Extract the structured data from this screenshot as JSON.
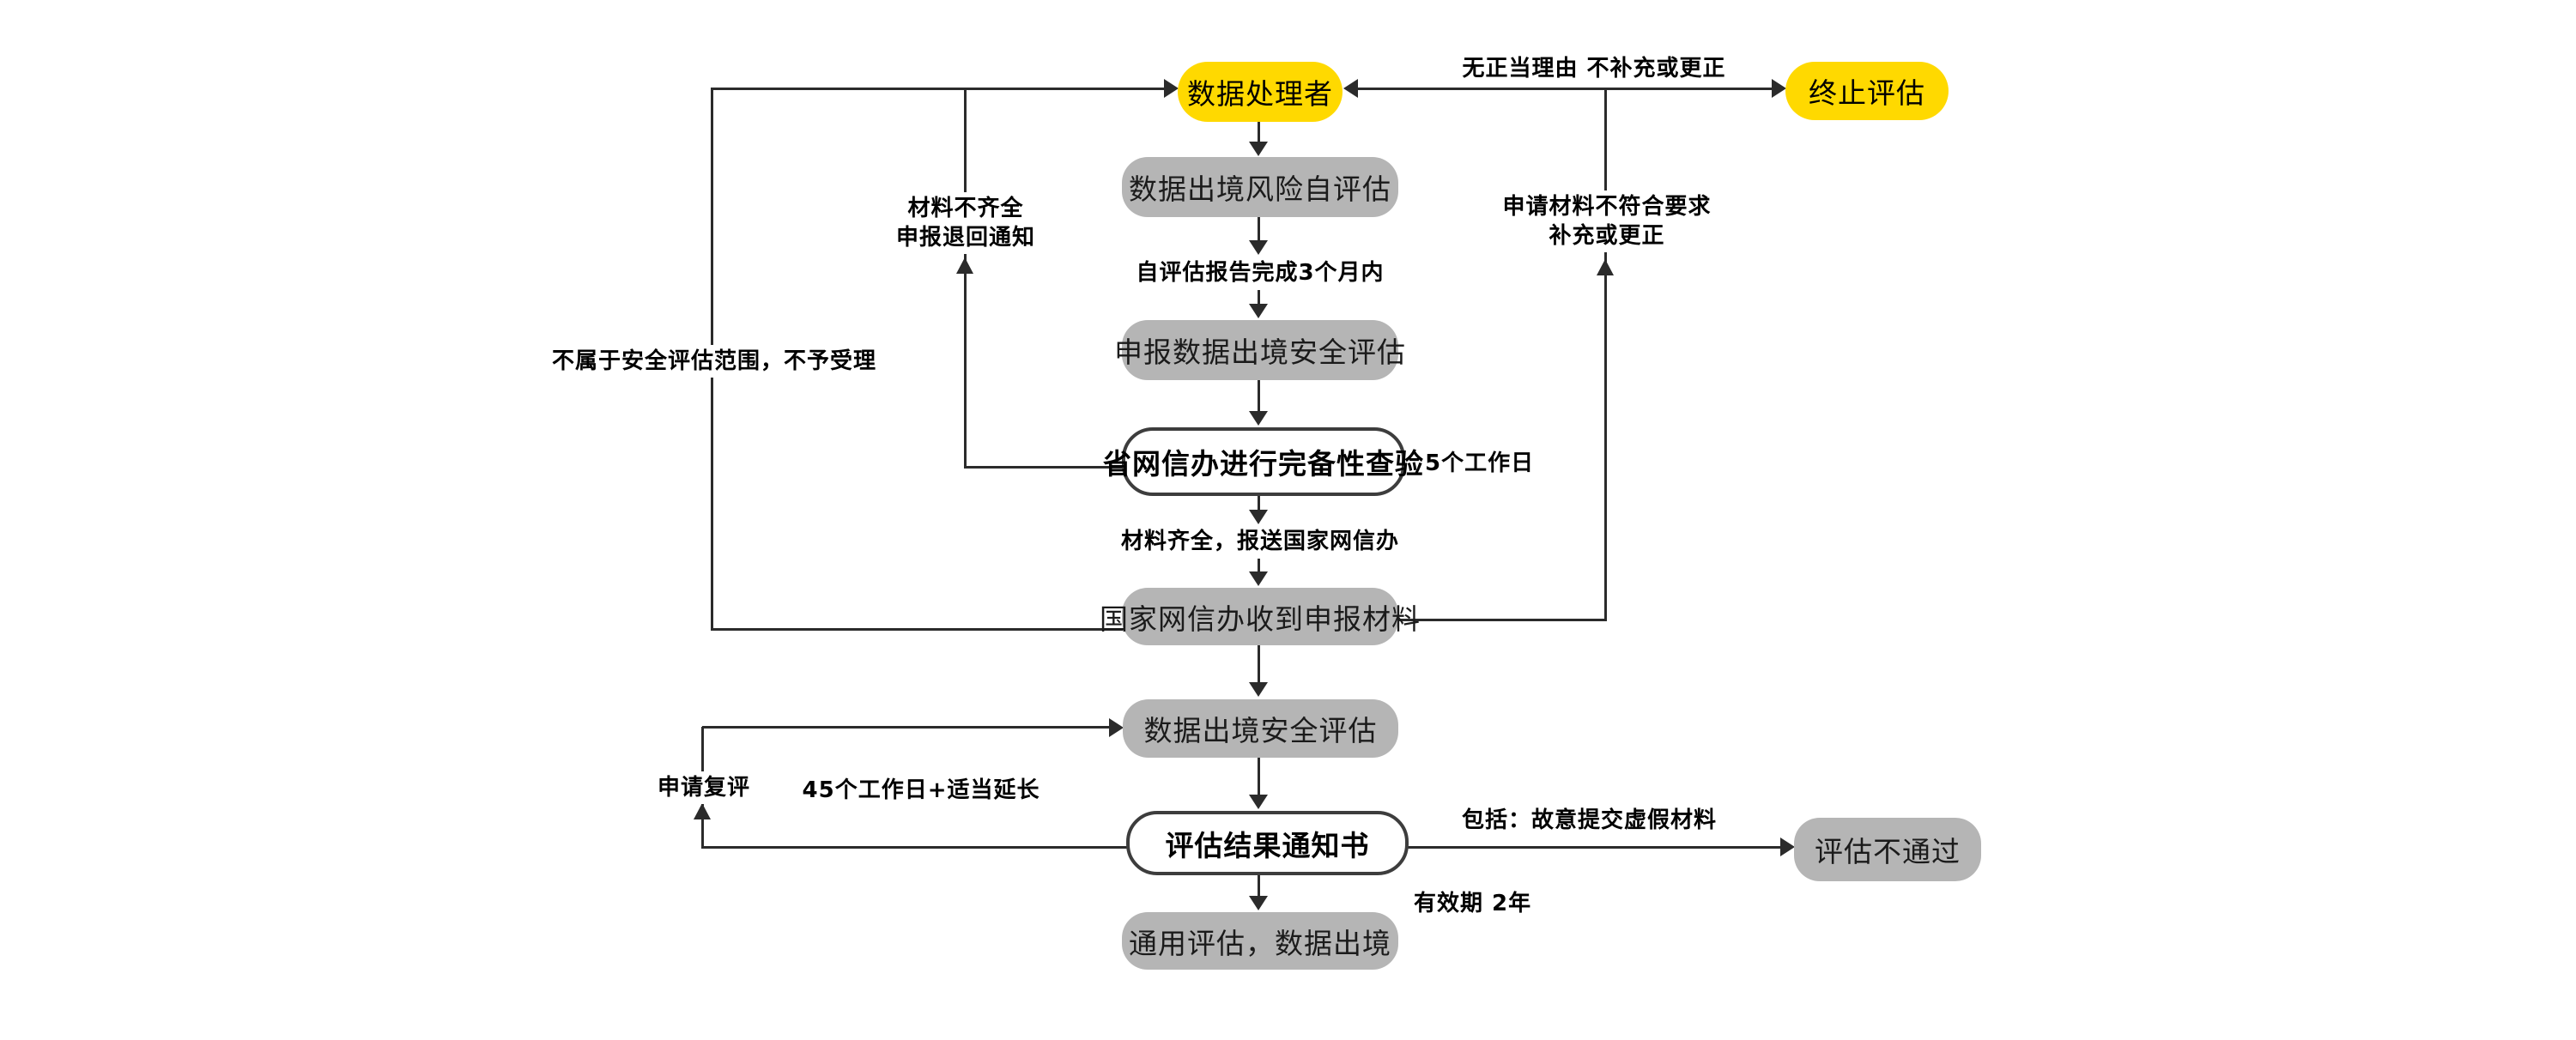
{
  "diagram": {
    "nodes": {
      "data_processor": "数据处理者",
      "terminate": "终止评估",
      "self_risk": "数据出境风险自评估",
      "declare": "申报数据出境安全评估",
      "provincial_check": "省网信办进行完备性查验",
      "received": "国家网信办收到申报材料",
      "security_assessment": "数据出境安全评估",
      "result_notice": "评估结果通知书",
      "general_pass": "通用评估，数据出境",
      "fail": "评估不通过"
    },
    "labels": {
      "no_valid_reason": "无正当理由 不补充或更正",
      "self_report_deadline": "自评估报告完成3个月内",
      "incomplete_1": "材料不齐全",
      "incomplete_2": "申报退回通知",
      "nonconforming_1": "申请材料不符合要求",
      "nonconforming_2": "补充或更正",
      "not_in_scope": "不属于安全评估范围，不予受理",
      "five_working_days": "5个工作日",
      "materials_complete": "材料齐全，报送国家网信办",
      "reassessment": "申请复评",
      "forty_five_days": "45个工作日+适当延长",
      "includes_false_materials": "包括：故意提交虚假材料",
      "validity_period": "有效期 2年"
    },
    "colors": {
      "highlight": "#ffd900",
      "node_fill": "#b5b5b5",
      "line": "#2b2b2b"
    }
  }
}
